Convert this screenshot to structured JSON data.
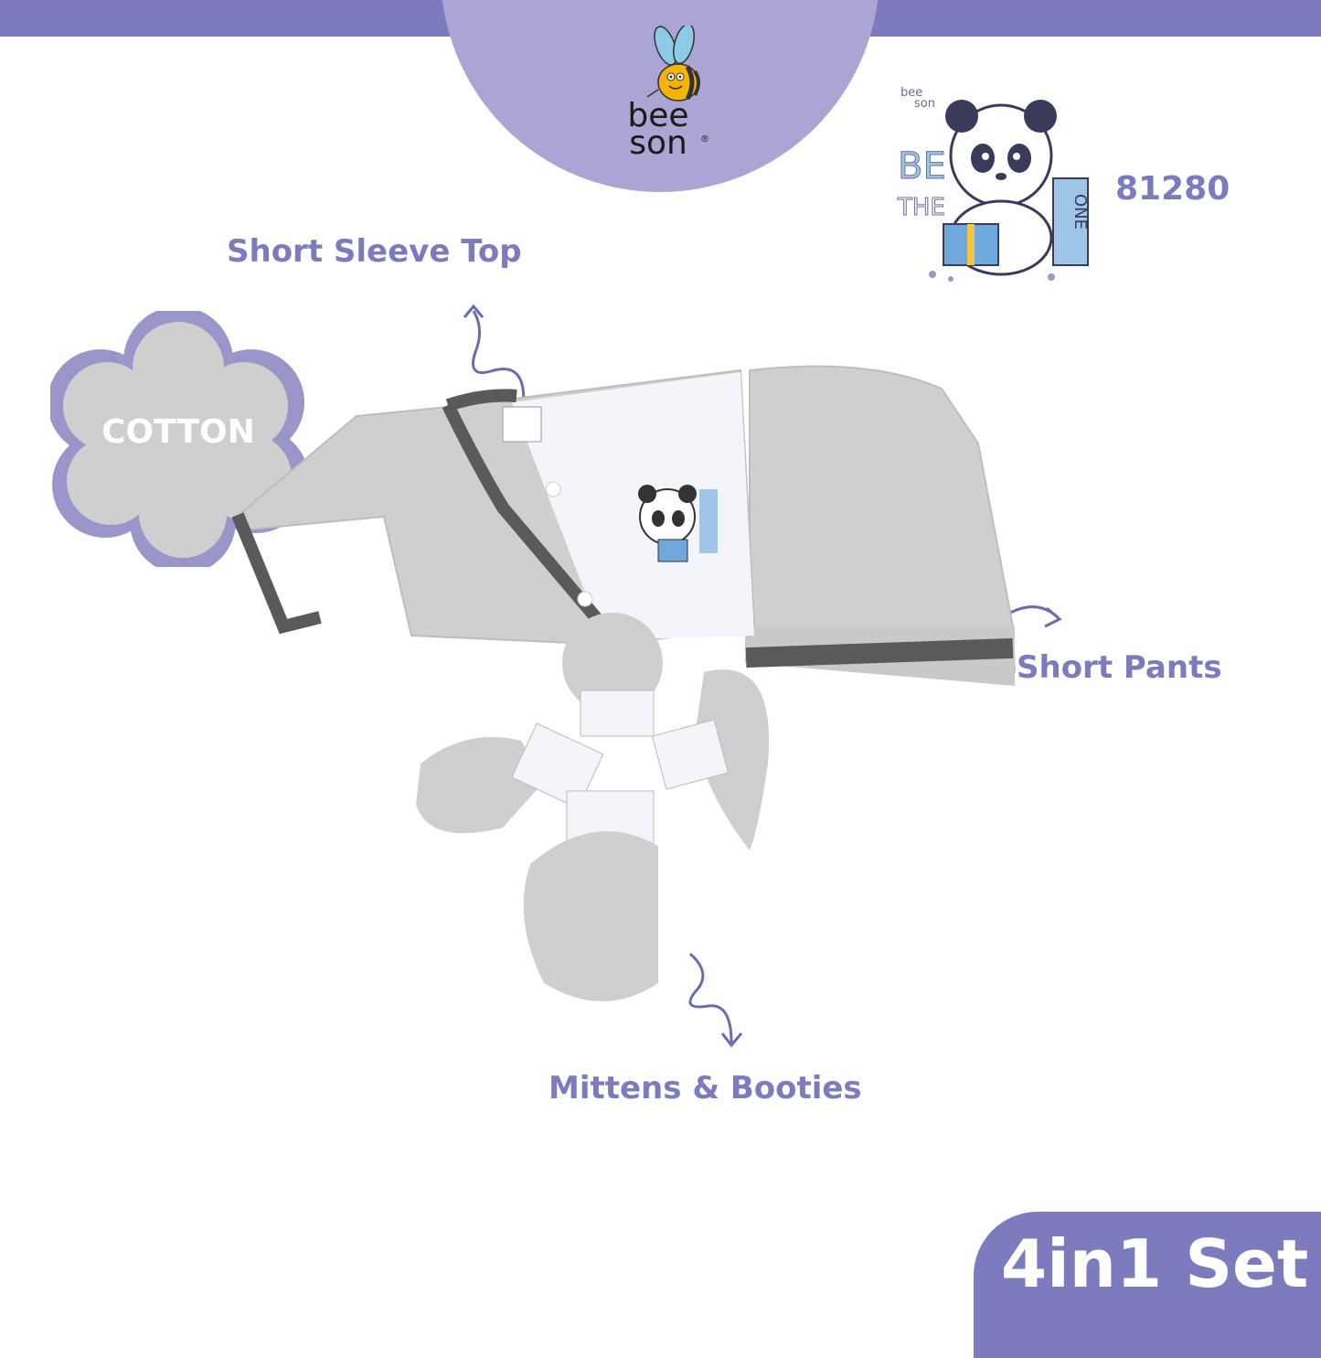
{
  "brand": {
    "line1": "bee",
    "line2": "son",
    "registered": "®"
  },
  "product_code": "81280",
  "labels": {
    "top": "Short Sleeve Top",
    "pants": "Short Pants",
    "accessories": "Mittens & Booties",
    "material": "COTTON"
  },
  "print_text": {
    "be": "BE",
    "the": "THE",
    "one": "ONE",
    "brand_small_1": "bee",
    "brand_small_2": "son"
  },
  "badge": "4in1 Set",
  "colors": {
    "accent": "#7b7bbd",
    "logo_circle": "#aaa5d3",
    "fabric_grey": "#cfcfcf",
    "trim": "#5a5a5a"
  }
}
